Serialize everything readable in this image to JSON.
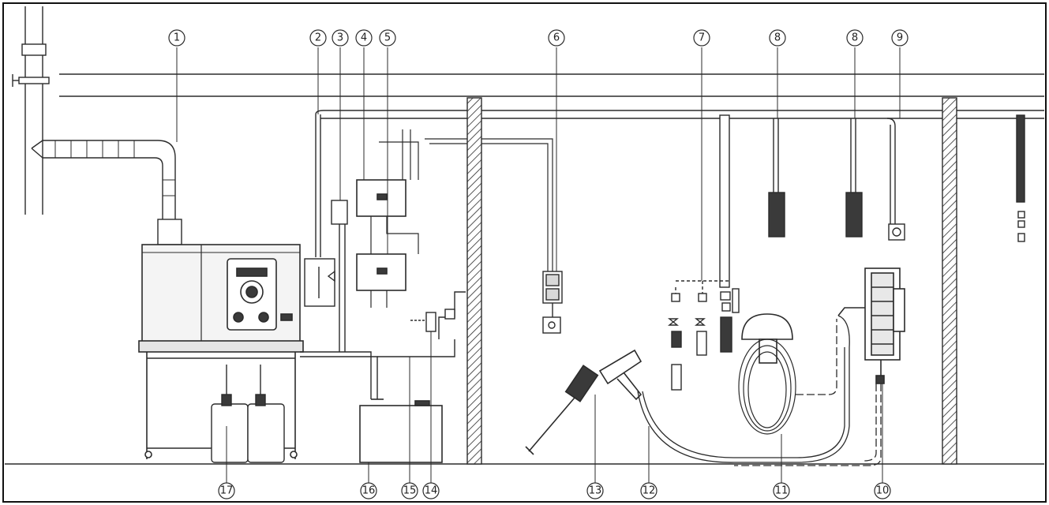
{
  "diagram": {
    "colors": {
      "line": "#2b2b2b",
      "fill_light": "#f2f2f2",
      "fill_mid": "#d9d9d9",
      "fill_dark": "#3a3a3a",
      "background": "#ffffff"
    },
    "callouts_top": [
      "1",
      "2",
      "3",
      "4",
      "5",
      "6",
      "7",
      "8",
      "8",
      "9"
    ],
    "callouts_bottom": [
      "17",
      "16",
      "15",
      "14",
      "13",
      "12",
      "11",
      "10"
    ]
  }
}
